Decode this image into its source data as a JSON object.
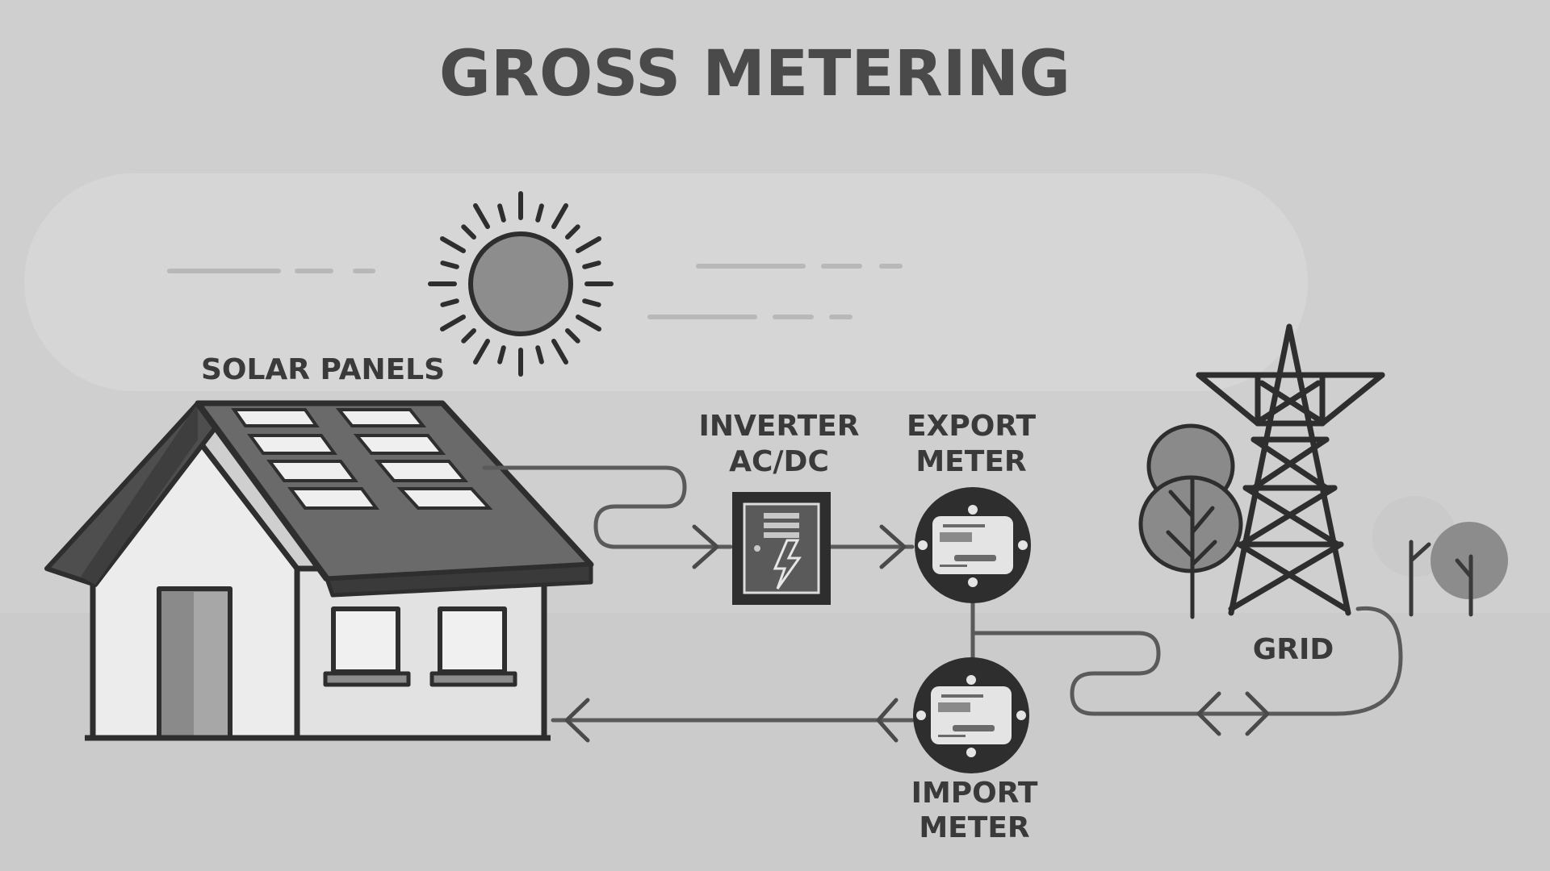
{
  "title": "GROSS METERING",
  "labels": {
    "solar_panels": "SOLAR PANELS",
    "inverter_line1": "INVERTER",
    "inverter_line2": "AC/DC",
    "export_line1": "EXPORT",
    "export_line2": "METER",
    "import_line1": "IMPORT",
    "import_line2": "METER",
    "grid": "GRID"
  },
  "icons": {
    "sun": "sun-icon",
    "house": "house-icon",
    "inverter": "inverter-icon",
    "export_meter": "meter-icon",
    "import_meter": "meter-icon",
    "grid": "transmission-tower-icon",
    "trees": "tree-icon"
  },
  "colors": {
    "background": "#cfcfcf",
    "ink": "#2e2e2e",
    "roof": "#5a5a5a",
    "wall": "#e6e6e6",
    "panel": "#eeeeee"
  }
}
